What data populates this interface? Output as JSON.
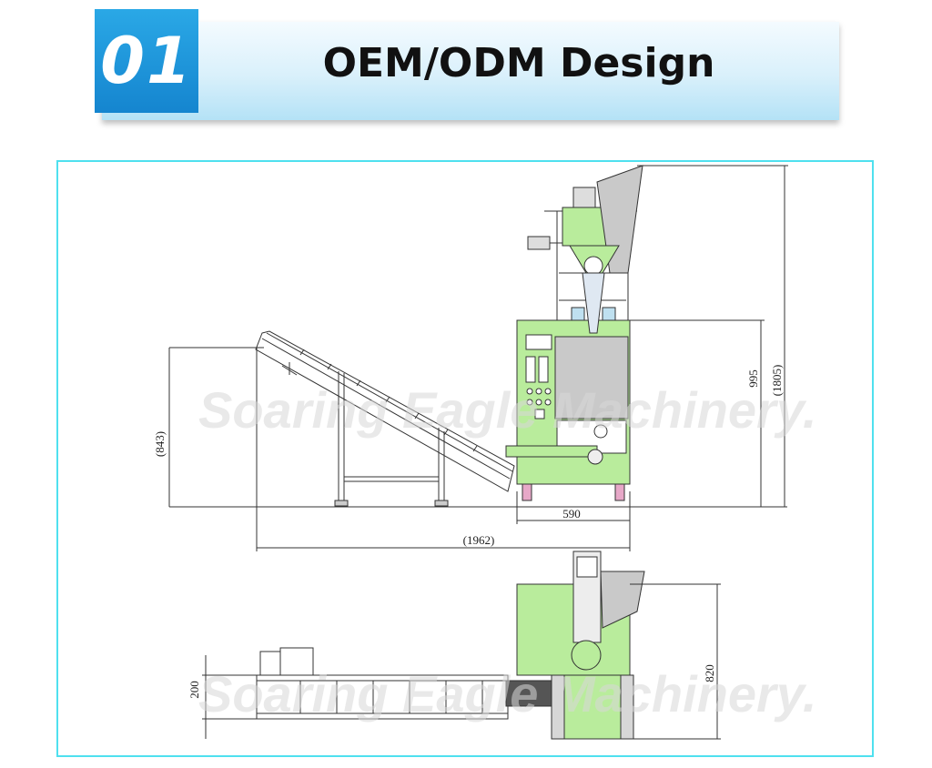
{
  "header": {
    "number": "01",
    "title": "OEM/ODM Design"
  },
  "watermark": "Soaring Eagle Machinery.",
  "dimensions": {
    "conveyor_height": "(843)",
    "machine_width": "590",
    "total_length": "(1962)",
    "frame_height": "995",
    "total_height": "(1805)",
    "conveyor_width": "200",
    "machine_depth": "820"
  },
  "colors": {
    "accent": "#1a93d9",
    "machine_green": "#b9ec9c",
    "frame_border": "#4fe0ef"
  }
}
